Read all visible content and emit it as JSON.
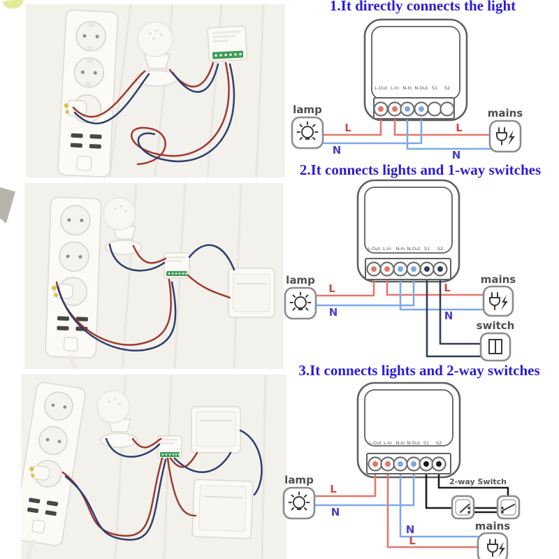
{
  "colors": {
    "title": "#2a1cd6",
    "live": "#e4766c",
    "neutral": "#7ca9e6",
    "live-label": "#d1493f",
    "neutral-label": "#4a40c6",
    "signal": "#2e3e59",
    "signal-dark": "#1b1b1b",
    "outline": "#5f5f5f",
    "icon-stroke": "#8c8c8c",
    "icon-text": "#4f4f4f"
  },
  "module_terminals": [
    "L-Out",
    "L-In",
    "N-In",
    "N-Out",
    "S1",
    "S2"
  ],
  "labels": {
    "lamp": "lamp",
    "mains": "mains",
    "switch": "switch",
    "two_way": "2-way Switch",
    "live": "L",
    "neutral": "N"
  },
  "sections": [
    {
      "title": "1.It directly connects the light",
      "photo_depicts": "power strip, light bulb and mini smart switch module wired together"
    },
    {
      "title": "2.It connects lights and 1-way switches",
      "photo_depicts": "power strip, light bulb, mini smart switch module and one wall switch wired together"
    },
    {
      "title": "3.It connects lights and 2-way switches",
      "photo_depicts": "power strip, light bulb, mini smart switch module and two wall switches wired together"
    }
  ]
}
